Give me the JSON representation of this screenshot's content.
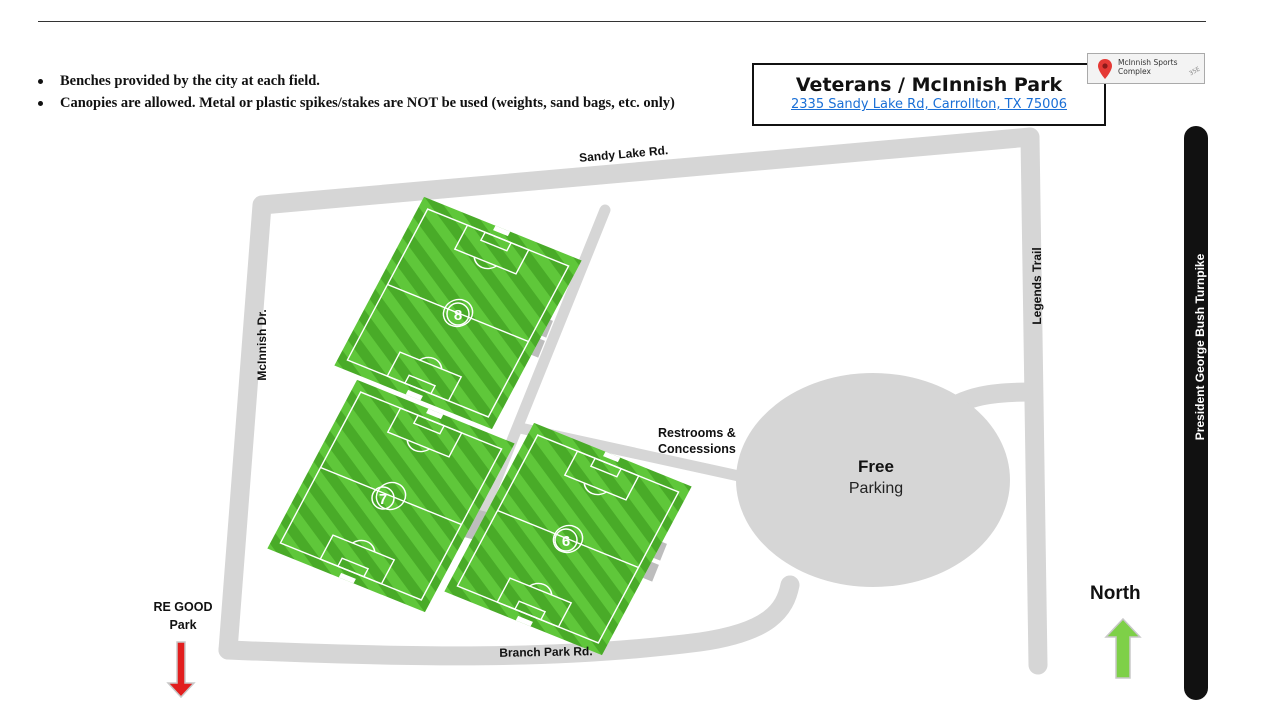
{
  "notes": [
    "Benches provided by the city at each field.",
    "Canopies are allowed. Metal or plastic spikes/stakes are NOT be used (weights, sand bags, etc. only)"
  ],
  "park": {
    "title": "Veterans / McInnish Park",
    "address": "2335 Sandy Lake Rd, Carrollton, TX 75006"
  },
  "map_chip": {
    "place": "McInnish Sports Complex",
    "road_fragment": "35E",
    "icon": "map-pin-icon"
  },
  "roads": {
    "sandy_lake": "Sandy Lake Rd.",
    "mcinnish": "McInnish Dr.",
    "legends": "Legends Trail",
    "pgbt": "President George Bush Turnpike",
    "branch_park": "Branch Park Rd."
  },
  "fields": [
    "8",
    "7",
    "6"
  ],
  "facilities": {
    "restrooms": "Restrooms &",
    "concessions": "Concessions",
    "parking_free": "Free",
    "parking_word": "Parking"
  },
  "compass": {
    "north": "North",
    "icon": "north-arrow-icon"
  },
  "regood": {
    "line1": "RE GOOD",
    "line2": "Park",
    "icon": "down-arrow-icon"
  },
  "colors": {
    "road": "#d6d6d6",
    "turnpike": "#111111",
    "field_light": "#5fc73a",
    "field_dark": "#45a624",
    "link": "#1a6fd6",
    "north_arrow": "#7ed048",
    "south_arrow": "#e21e1e"
  }
}
